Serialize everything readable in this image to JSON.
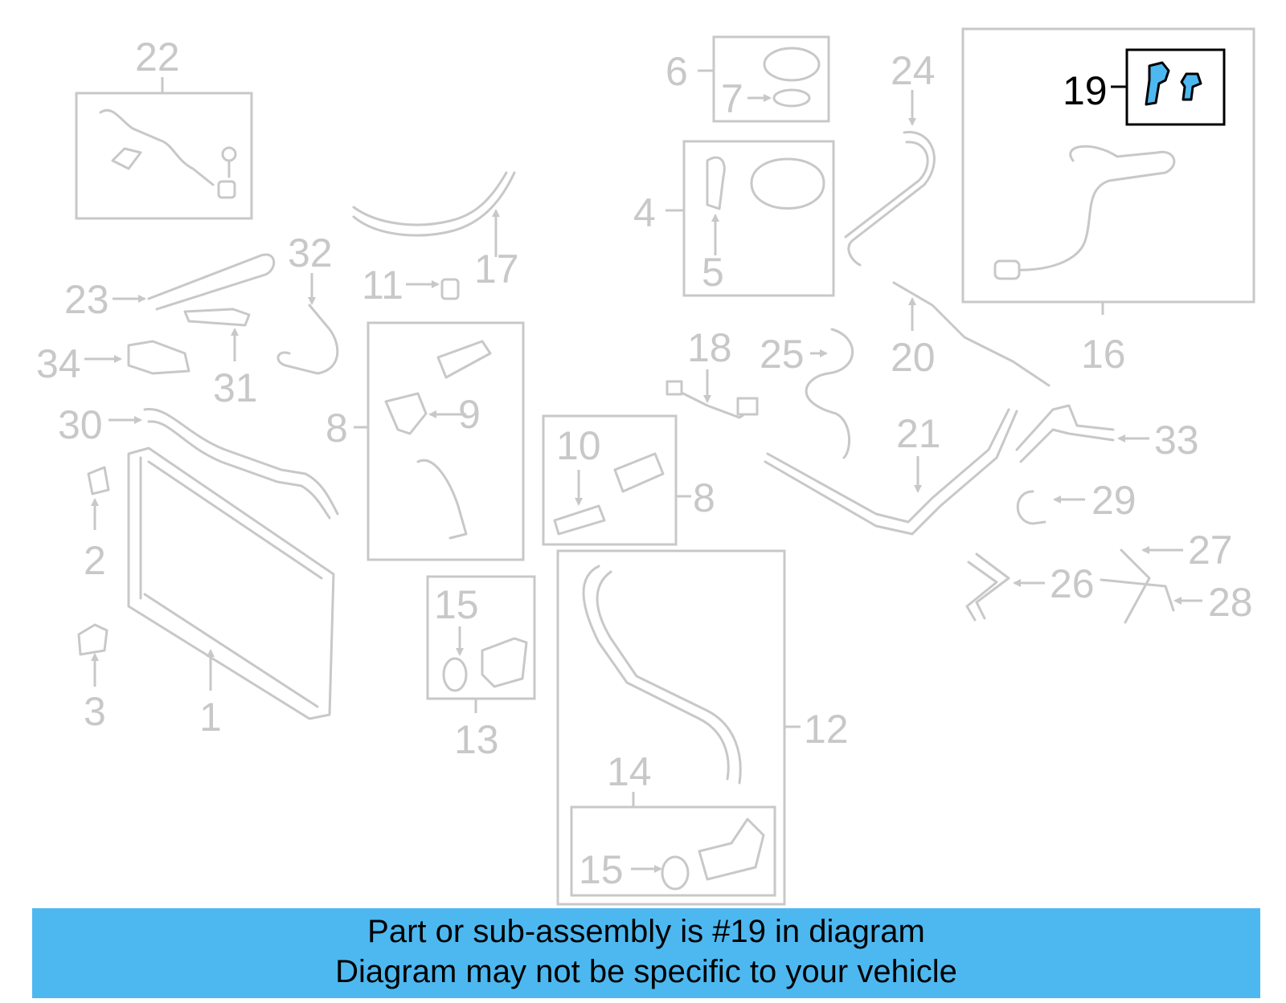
{
  "callouts": {
    "c1": "1",
    "c2": "2",
    "c3": "3",
    "c4": "4",
    "c5": "5",
    "c6": "6",
    "c7": "7",
    "c8a": "8",
    "c8b": "8",
    "c9": "9",
    "c10": "10",
    "c11": "11",
    "c12": "12",
    "c13": "13",
    "c14": "14",
    "c15a": "15",
    "c15b": "15",
    "c16": "16",
    "c17": "17",
    "c18": "18",
    "c19": "19",
    "c20": "20",
    "c21": "21",
    "c22": "22",
    "c23": "23",
    "c24": "24",
    "c25": "25",
    "c26": "26",
    "c27": "27",
    "c28": "28",
    "c29": "29",
    "c30": "30",
    "c31": "31",
    "c32": "32",
    "c33": "33",
    "c34": "34"
  },
  "highlighted_part": "19",
  "colors": {
    "line_gray": "#c8c8c8",
    "highlight_fill": "#4db8f0",
    "banner_bg": "#4db8f0",
    "text_black": "#000000"
  },
  "banner": {
    "line1": "Part or sub-assembly is #19 in diagram",
    "line2": "Diagram may not be specific to your vehicle"
  }
}
